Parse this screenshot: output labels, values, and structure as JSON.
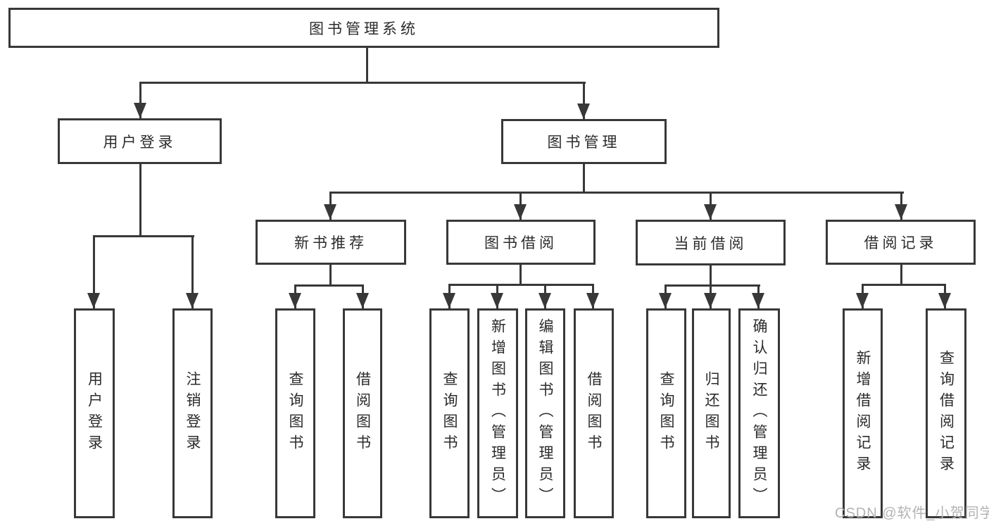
{
  "colors": {
    "line": "#383838",
    "text": "#2b2b2b",
    "watermark": "#b3b3b3",
    "background": "#ffffff"
  },
  "watermark": {
    "text": "CSDN @软件_小贺同学"
  },
  "tree": {
    "root": {
      "label": "图书管理系统"
    },
    "level2": [
      {
        "id": "user-login",
        "label": "用户登录"
      },
      {
        "id": "book-management",
        "label": "图书管理"
      }
    ],
    "level3": [
      {
        "id": "new-book-recommend",
        "label": "新书推荐",
        "parent": "book-management"
      },
      {
        "id": "book-borrow",
        "label": "图书借阅",
        "parent": "book-management"
      },
      {
        "id": "current-borrow",
        "label": "当前借阅",
        "parent": "book-management"
      },
      {
        "id": "borrow-records",
        "label": "借阅记录",
        "parent": "book-management"
      }
    ],
    "leaves": {
      "user_login": [
        "用户登录",
        "注销登录"
      ],
      "new_book_recommend": [
        "查询图书",
        "借阅图书"
      ],
      "book_borrow": [
        "查询图书",
        "新增图书（管理员）",
        "编辑图书（管理员）",
        "借阅图书"
      ],
      "current_borrow": [
        "查询图书",
        "归还图书",
        "确认归还（管理员）"
      ],
      "borrow_records": [
        "新增借阅记录",
        "查询借阅记录"
      ]
    }
  }
}
